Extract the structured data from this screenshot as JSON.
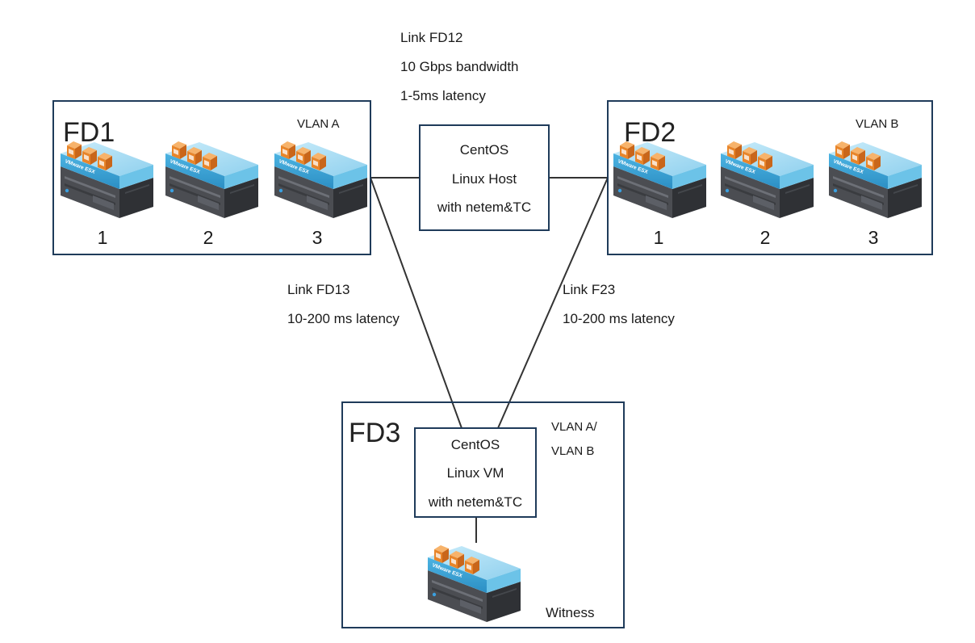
{
  "links": {
    "fd12": {
      "name": "Link FD12",
      "bandwidth": "10 Gbps bandwidth",
      "latency": "1-5ms latency"
    },
    "fd13": {
      "name": "Link FD13",
      "latency": "10-200 ms latency"
    },
    "f23": {
      "name": "Link F23",
      "latency": "10-200 ms latency"
    }
  },
  "domains": {
    "fd1": {
      "label": "FD1",
      "vlan": "VLAN A",
      "hosts": [
        "1",
        "2",
        "3"
      ]
    },
    "fd2": {
      "label": "FD2",
      "vlan": "VLAN B",
      "hosts": [
        "1",
        "2",
        "3"
      ]
    },
    "fd3": {
      "label": "FD3",
      "vlan_lines": [
        "VLAN A/",
        "VLAN B"
      ],
      "witness_label": "Witness"
    }
  },
  "centos_host": {
    "lines": [
      "CentOS",
      "Linux Host",
      "with netem&TC"
    ]
  },
  "centos_vm": {
    "lines": [
      "CentOS",
      "Linux VM",
      "with netem&TC"
    ]
  },
  "host_icon": {
    "label": "VMware ESX",
    "vm_count": 3
  },
  "colors": {
    "box_border": "#1f3b5a",
    "link_line": "#333333",
    "slab_blue": "#3ba3d6",
    "vm_orange": "#e8852a",
    "server_gray": "#4b4d52"
  }
}
